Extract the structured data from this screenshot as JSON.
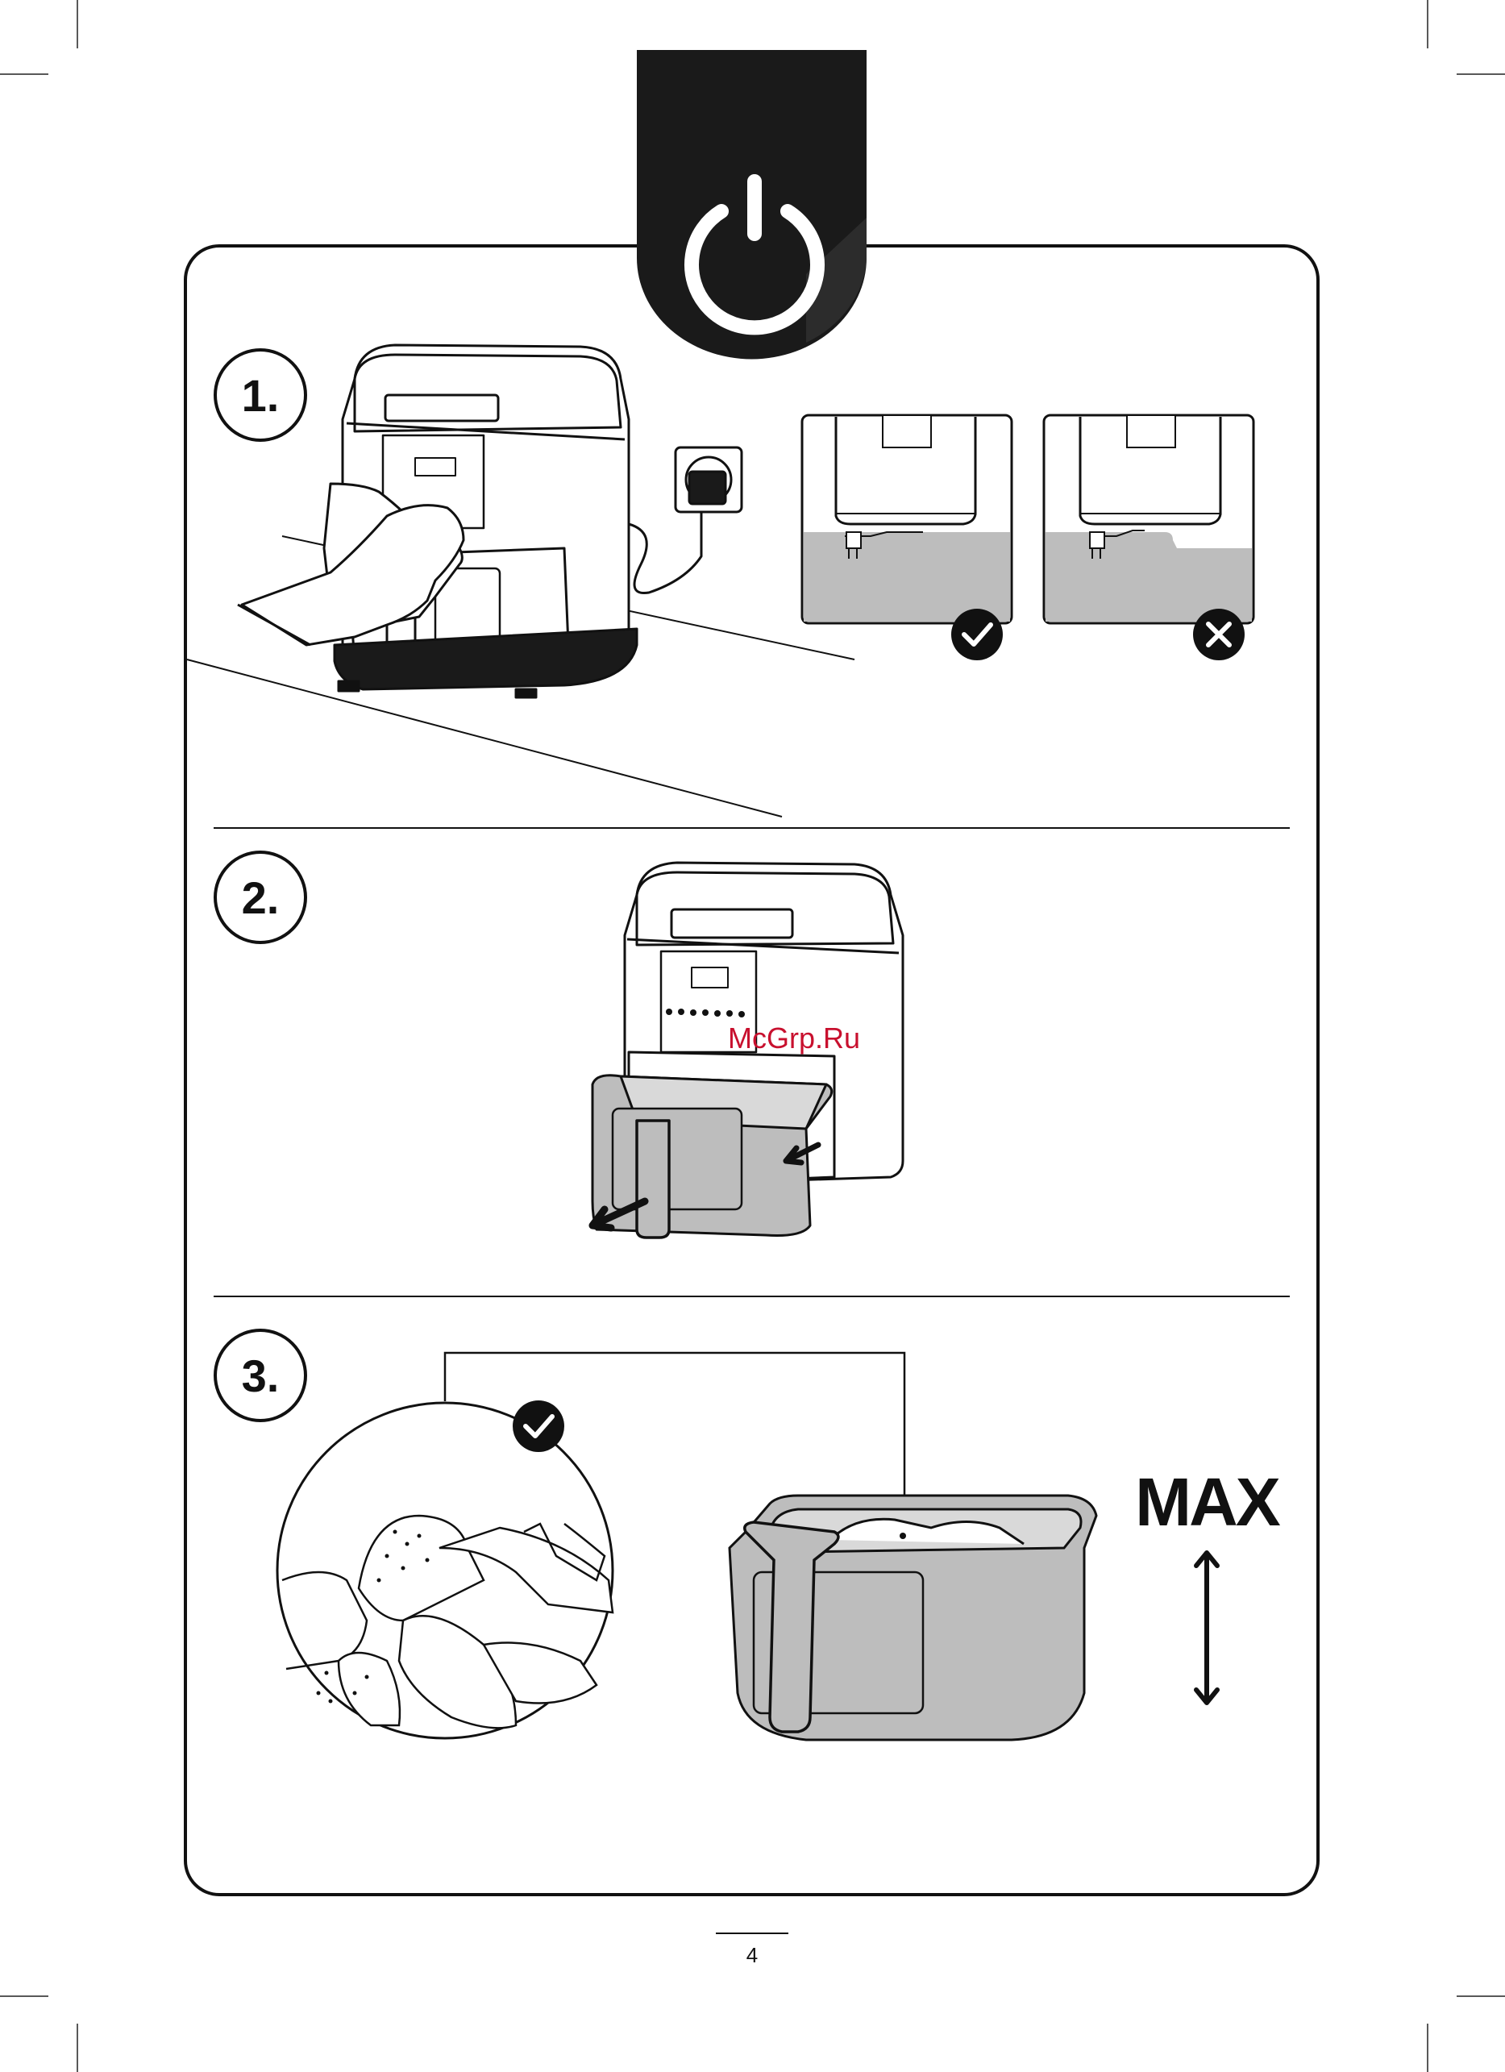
{
  "steps": [
    {
      "number": "1."
    },
    {
      "number": "2."
    },
    {
      "number": "3."
    }
  ],
  "power_tab_icon": "power-icon",
  "step1_indicators": {
    "correct_icon": "check-icon",
    "wrong_icon": "cross-icon"
  },
  "step3": {
    "check_icon": "check-icon",
    "max_label": "MAX",
    "max_arrow_icon": "double-arrow-vertical-icon"
  },
  "watermark": "McGrp.Ru",
  "page_number": "4",
  "colors": {
    "fill_grey": "#bdbdbd",
    "ink": "#111111",
    "watermark": "#c8102e"
  }
}
